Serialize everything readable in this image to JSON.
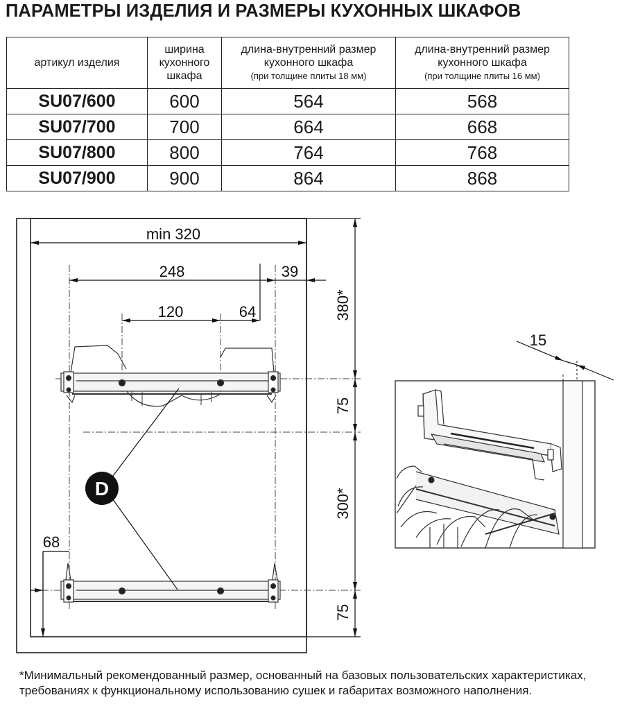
{
  "title": "ПАРАМЕТРЫ ИЗДЕЛИЯ И РАЗМЕРЫ КУХОННЫХ ШКАФОВ",
  "table": {
    "headers": [
      {
        "main": "артикул изделия",
        "note": ""
      },
      {
        "main": "ширина кухонного шкафа",
        "note": ""
      },
      {
        "main": "длина-внутренний размер кухонного шкафа",
        "note": "(при толщине плиты 18 мм)"
      },
      {
        "main": "длина-внутренний размер кухонного шкафа",
        "note": "(при толщине плиты 16 мм)"
      }
    ],
    "rows": [
      {
        "code": "SU07/600",
        "width": "600",
        "len18": "564",
        "len16": "568"
      },
      {
        "code": "SU07/700",
        "width": "700",
        "len18": "664",
        "len16": "668"
      },
      {
        "code": "SU07/800",
        "width": "800",
        "len18": "764",
        "len16": "768"
      },
      {
        "code": "SU07/900",
        "width": "900",
        "len18": "864",
        "len16": "868"
      }
    ]
  },
  "drawing": {
    "dim_min_width": "min 320",
    "dim_248": "248",
    "dim_39": "39",
    "dim_120": "120",
    "dim_64": "64",
    "dim_68": "68",
    "dim_380": "380*",
    "dim_75_top": "75",
    "dim_300": "300*",
    "dim_75_bottom": "75",
    "marker_label": "D",
    "detail_dim_15": "15"
  },
  "footnote": "*Минимальный рекомендованный размер, основанный на базовых пользовательских характеристиках, требованиях к функциональному использованию сушек и габаритах возможного наполнения."
}
